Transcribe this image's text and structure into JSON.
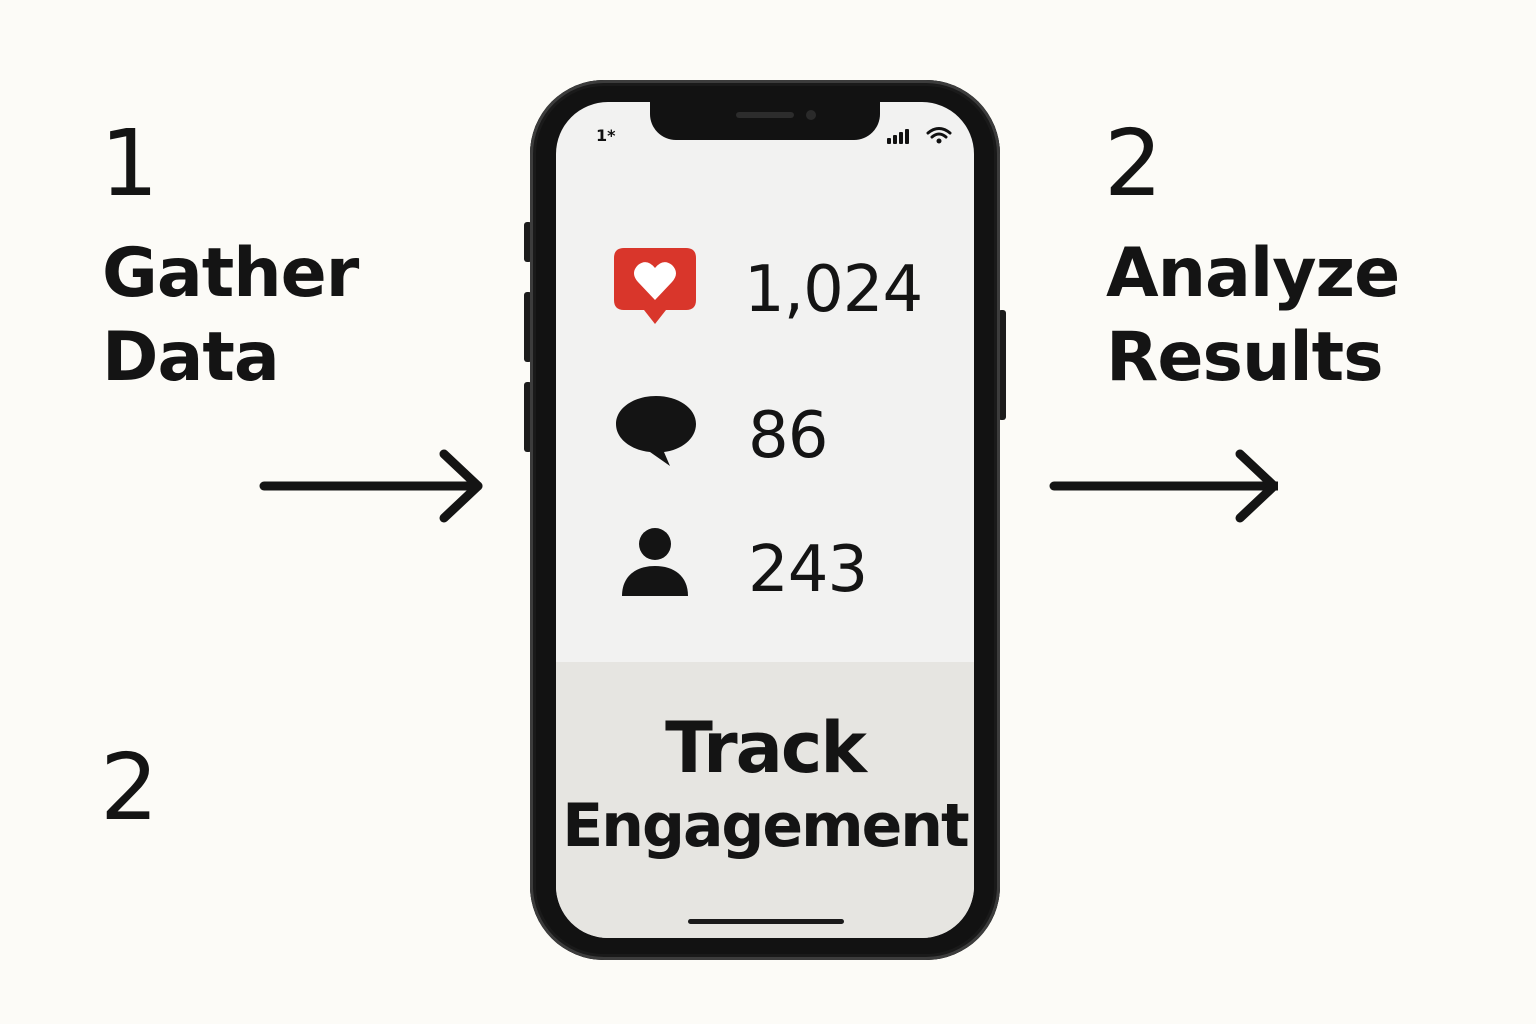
{
  "steps": {
    "left": {
      "number": "1",
      "title_line1": "Gather",
      "title_line2": "Data"
    },
    "right": {
      "number": "2",
      "title_line1": "Analyze",
      "title_line2": "Results"
    },
    "bottom": {
      "number": "2"
    }
  },
  "phone": {
    "status_bar": {
      "time": "1*"
    },
    "metrics": {
      "likes": {
        "icon": "heart-notification-icon",
        "value": "1,024"
      },
      "comments": {
        "icon": "speech-bubble-icon",
        "value": "86"
      },
      "followers": {
        "icon": "person-icon",
        "value": "243"
      }
    },
    "footer": {
      "title_line1": "Track",
      "title_line2": "Engagement"
    }
  },
  "colors": {
    "background": "#fcfbf7",
    "like_badge": "#d9362b",
    "text": "#141414",
    "phone_frame": "#121212",
    "screen": "#f2f2f1",
    "screen_footer": "#e6e5e1"
  }
}
